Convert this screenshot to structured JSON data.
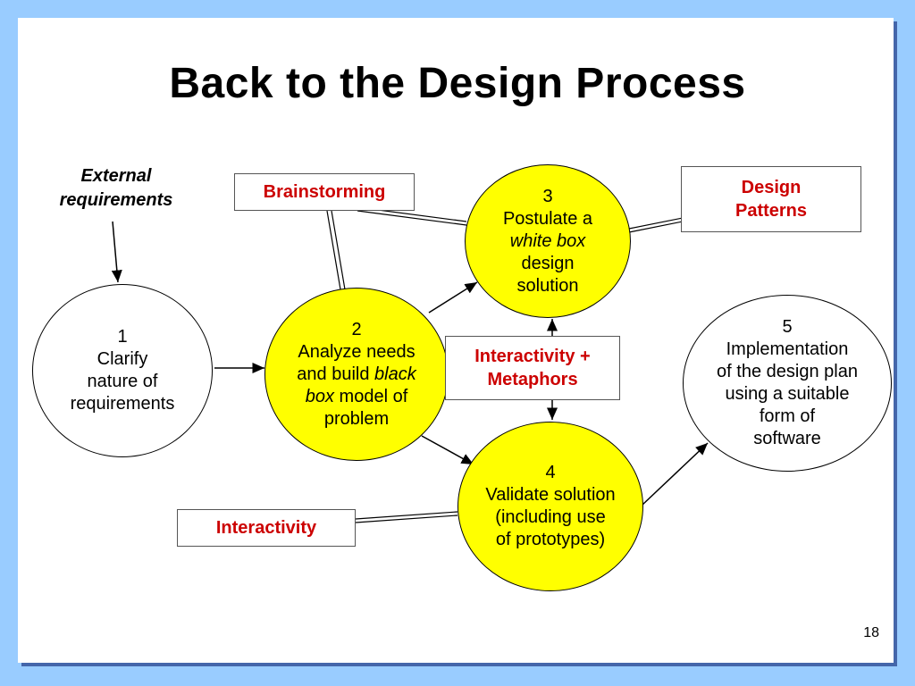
{
  "title": "Back to the Design Process",
  "external_requirements": [
    "External",
    "requirements"
  ],
  "nodes": {
    "n1": [
      "1",
      "Clarify",
      "nature of",
      "requirements"
    ],
    "n2": {
      "num": "2",
      "l1": "Analyze needs",
      "l2a": "and build ",
      "l2b": "black",
      "l3a": "box",
      "l3b": " model of",
      "l4": "problem"
    },
    "n3": {
      "num": "3",
      "l1": "Postulate a",
      "l2": "white box",
      "l3": "design",
      "l4": "solution"
    },
    "n4": [
      "4",
      "Validate solution",
      "(including use",
      "of prototypes)"
    ],
    "n5": [
      "5",
      "Implementation",
      "of the design plan",
      "using a suitable",
      "form of",
      "software"
    ]
  },
  "boxes": {
    "brainstorming": "Brainstorming",
    "design_patterns": [
      "Design",
      "Patterns"
    ],
    "interactivity_metaphors": [
      "Interactivity +",
      "Metaphors"
    ],
    "interactivity": "Interactivity"
  },
  "page_number": "18"
}
